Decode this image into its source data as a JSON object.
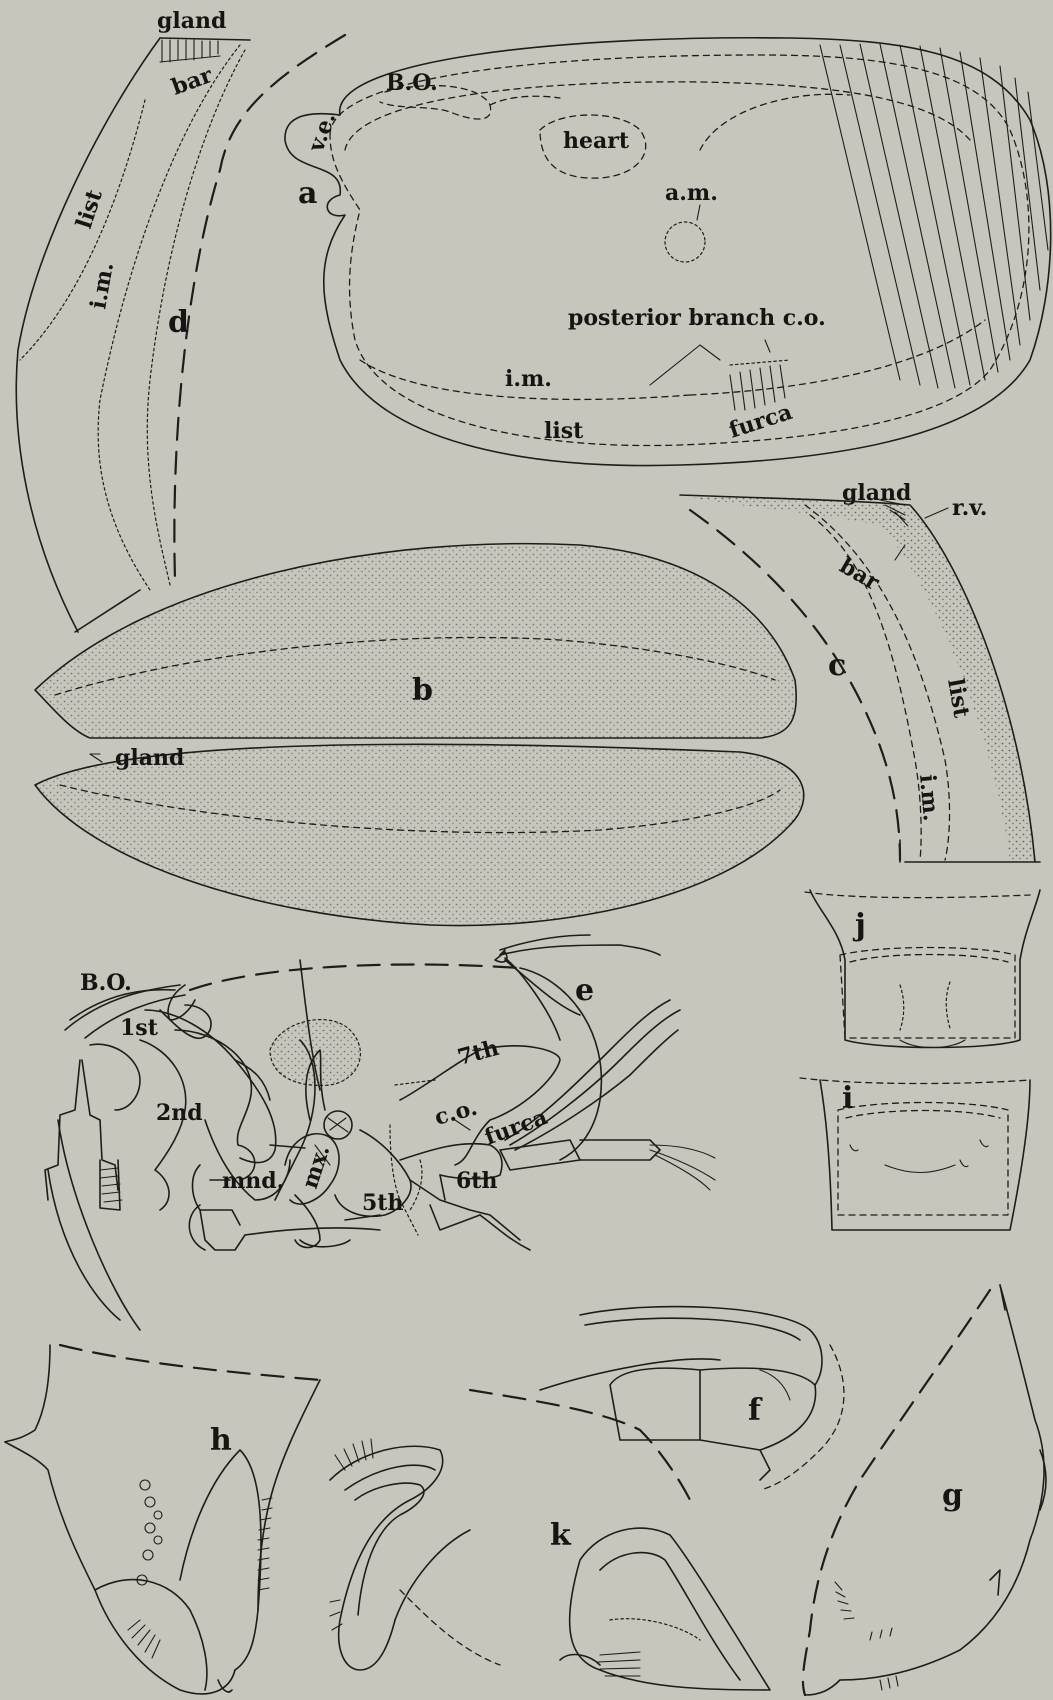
{
  "figure": {
    "panel_letters": {
      "a": "a",
      "b": "b",
      "c": "c",
      "d": "d",
      "e": "e",
      "f": "f",
      "g": "g",
      "h": "h",
      "i": "i",
      "j": "j",
      "k": "k"
    },
    "panel_a": {
      "bo": "B.O.",
      "ve": "v.e.",
      "heart": "heart",
      "am": "a.m.",
      "posterior_branch": "posterior branch c.o.",
      "im": "i.m.",
      "list": "list",
      "furca": "furca"
    },
    "panel_b": {
      "gland": "gland"
    },
    "panel_c": {
      "gland": "gland",
      "rv": "r.v.",
      "bar": "bar",
      "list": "list",
      "im": "i.m."
    },
    "panel_d": {
      "gland": "gland",
      "bar": "bar",
      "list": "list",
      "im": "i.m."
    },
    "panel_e": {
      "bo": "B.O.",
      "first": "1st",
      "second": "2nd",
      "mnd": "mnd.",
      "mx": "mx.",
      "fifth": "5th",
      "sixth": "6th",
      "seventh": "7th",
      "co": "c.o.",
      "furca": "furca"
    }
  }
}
